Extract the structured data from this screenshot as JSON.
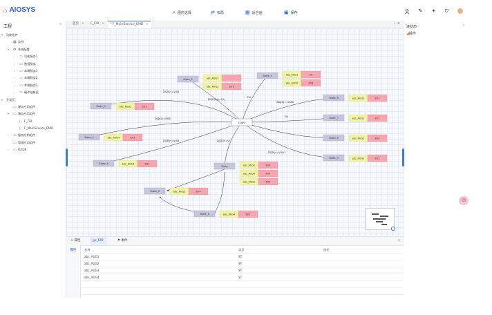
{
  "app": {
    "title": "AIOSYS"
  },
  "nav": [
    {
      "label": "图形选择",
      "icon": "search-icon"
    },
    {
      "label": "布局",
      "icon": "layout-icon"
    },
    {
      "label": "适应画",
      "icon": "fit-view-icon"
    },
    {
      "label": "保存",
      "icon": "save-icon"
    }
  ],
  "sidebar": {
    "title": "工程",
    "tree": [
      {
        "label": "功能组件",
        "level": 0,
        "caret": "▾",
        "icon": ""
      },
      {
        "label": "实例",
        "level": 1,
        "caret": "",
        "icon": "▦"
      },
      {
        "label": "系统配置",
        "level": 1,
        "caret": "▾",
        "icon": "⚙"
      },
      {
        "label": "功能服务1",
        "level": 2,
        "caret": "›",
        "icon": "▭"
      },
      {
        "label": "数据服务",
        "level": 2,
        "caret": "›",
        "icon": "▭"
      },
      {
        "label": "车辆服务1",
        "level": 2,
        "caret": "›",
        "icon": "▭"
      },
      {
        "label": "车辆服务2",
        "level": 2,
        "caret": "›",
        "icon": "▭"
      },
      {
        "label": "车辆服务3",
        "level": 2,
        "caret": "›",
        "icon": "▭"
      },
      {
        "label": "硬件抽象层",
        "level": 2,
        "caret": "›",
        "icon": "▭"
      },
      {
        "label": "开发区",
        "level": 0,
        "caret": "▾",
        "icon": ""
      },
      {
        "label": "服务应用组件",
        "level": 1,
        "caret": "",
        "icon": "▭"
      },
      {
        "label": "服务应用组件",
        "level": 1,
        "caret": "▾",
        "icon": "▭"
      },
      {
        "label": "F_FID",
        "level": 2,
        "caret": "",
        "icon": "▯"
      },
      {
        "label": "F_MainService_EMB",
        "level": 2,
        "caret": "",
        "icon": "▯"
      },
      {
        "label": "服务应用组件",
        "level": 1,
        "caret": "›",
        "icon": "▭"
      },
      {
        "label": "管理应用组件",
        "level": 1,
        "caret": "",
        "icon": "▭"
      },
      {
        "label": "信号库",
        "level": 1,
        "caret": "›",
        "icon": "▭"
      }
    ]
  },
  "tabs": [
    {
      "label": "首页",
      "active": false
    },
    {
      "label": "F_FID",
      "active": false
    },
    {
      "label": "F_MainService_EMB",
      "active": true,
      "modified": "*"
    }
  ],
  "diagram": {
    "start_label": "START",
    "states": [
      {
        "label": "State_1",
        "vars": [
          [
            "abc_AUG1",
            "XX"
          ],
          [
            "abc_AUG2",
            "EO1"
          ]
        ]
      },
      {
        "label": "State_2",
        "vars": [
          [
            "abc_AUG3",
            ""
          ],
          [
            "abc_AUG3",
            "EO1"
          ]
        ]
      },
      {
        "label": "State_3",
        "vars": [
          [
            "abc_AUG2",
            "EO1"
          ]
        ]
      },
      {
        "label": "State_4",
        "vars": [
          [
            "abc_AUG4",
            "EO1"
          ]
        ]
      },
      {
        "label": "State_5",
        "vars": [
          [
            "abc_AUG4",
            "EO4"
          ]
        ]
      },
      {
        "label": "State_6",
        "vars": [
          [
            "abc_AUG1",
            "EO1"
          ]
        ]
      },
      {
        "label": "State_7",
        "vars": [
          [
            "abc_AUG1",
            "EO1"
          ]
        ]
      },
      {
        "label": "State_8",
        "vars": [
          [
            "abc_AUG1",
            "EO4"
          ]
        ]
      },
      {
        "label": "State_9",
        "vars": [
          [
            "abc_AUG1",
            "EO2"
          ]
        ]
      },
      {
        "label": "State",
        "vars": [
          [
            "abc_AUG2",
            "EO4"
          ],
          [
            "abc_AUG4",
            "EO4"
          ],
          [
            "abc_AUG2",
            "EO4"
          ]
        ]
      },
      {
        "label": "State_6",
        "vars": [
          [
            "abc_AUG3",
            "EO4"
          ]
        ]
      },
      {
        "label": "State_1",
        "vars": [
          [
            "abc_AUG4",
            "EO1"
          ]
        ]
      }
    ],
    "transitions": [
      "DS[B]<=VIXX",
      "EN[D(Ng)=10]",
      "EN",
      "DS[B]<=EMB",
      "EN",
      "DS[B]<=VIXX",
      "IND[B]<=VIXX",
      "DS[B]<=VI",
      "DS[B]<=VIXX1"
    ]
  },
  "bottom": {
    "tabs": [
      {
        "label": "属性",
        "icon": "person-icon"
      },
      {
        "label": "go_EIO",
        "icon": ""
      },
      {
        "label": "事件",
        "icon": "flag-icon"
      }
    ],
    "side_tab": "属性",
    "columns": [
      "名称",
      "类型",
      "描述"
    ],
    "rows": [
      [
        "abc_AUG1",
        "ST",
        ""
      ],
      [
        "abc_AUG2",
        "ST",
        ""
      ],
      [
        "abc_AUG3",
        "ST",
        ""
      ],
      [
        "abc_AUG4",
        "ST",
        ""
      ],
      [
        "",
        "",
        ""
      ],
      [
        "",
        "",
        ""
      ]
    ]
  },
  "rightpanel": {
    "title": "连状态",
    "item": "操作"
  },
  "colors": {
    "accent": "#2b5fd9",
    "state_fill": "#c7c6da",
    "var_fill": "#f1f3a6",
    "value_fill": "#f5a6b0"
  }
}
